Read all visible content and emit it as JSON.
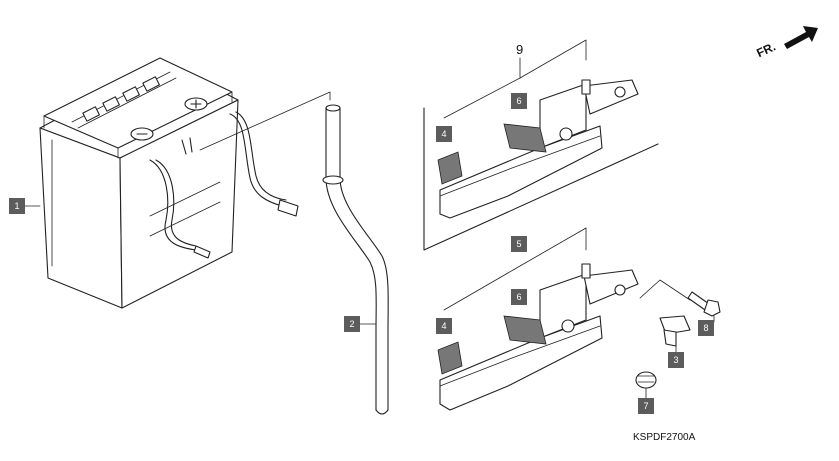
{
  "direction": {
    "label": "FR.",
    "icon": "arrow-forward-icon"
  },
  "diagram_code": "KSPDF2700A",
  "ref_9": "9",
  "callouts": {
    "battery": "1",
    "breather_tube": "2",
    "clip": "3",
    "upper_pad_a": "4",
    "upper_pad_b": "6",
    "lower_pad_a": "4",
    "lower_pad_b": "6",
    "bracket_assy": "5",
    "grommet": "7",
    "bolt": "8"
  },
  "colors": {
    "tag_fill": "#5c5c5c",
    "line": "#222222",
    "background": "#ffffff"
  }
}
